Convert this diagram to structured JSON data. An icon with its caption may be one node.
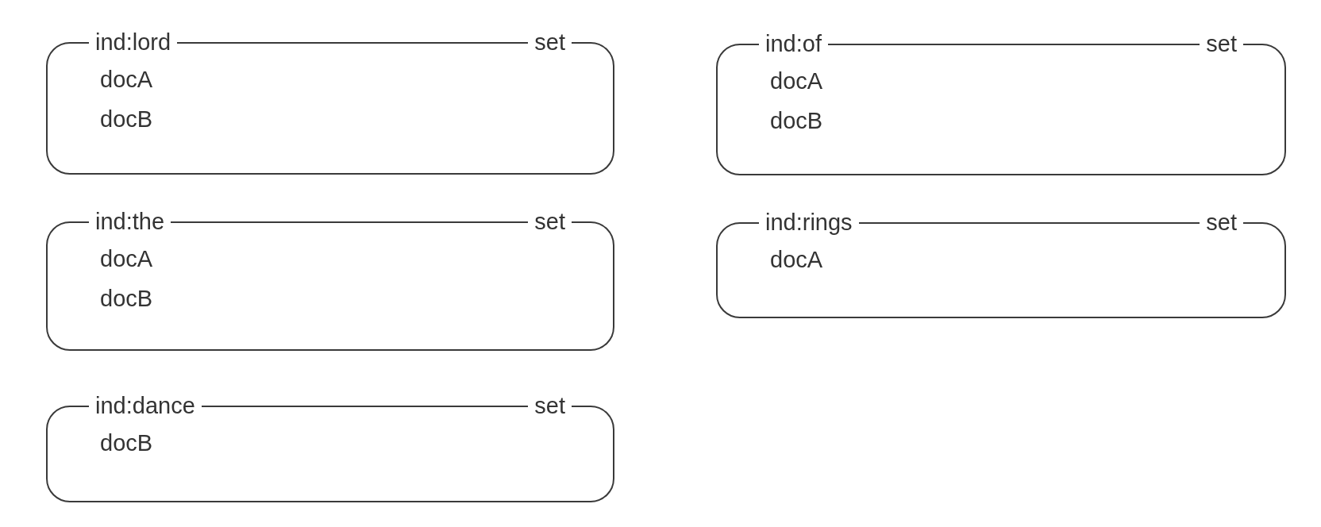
{
  "diagram": {
    "nodes": [
      {
        "text": [
          "ind:lord",
          "set",
          "docA",
          "docB"
        ]
      },
      {
        "text": [
          "ind:of",
          "set",
          "docA",
          "docB"
        ]
      },
      {
        "text": [
          "ind:the",
          "set",
          "docA",
          "docB"
        ]
      },
      {
        "text": [
          "ind:rings",
          "set",
          "docA"
        ]
      },
      {
        "text": [
          "ind:dance",
          "set",
          "docB"
        ]
      }
    ]
  }
}
